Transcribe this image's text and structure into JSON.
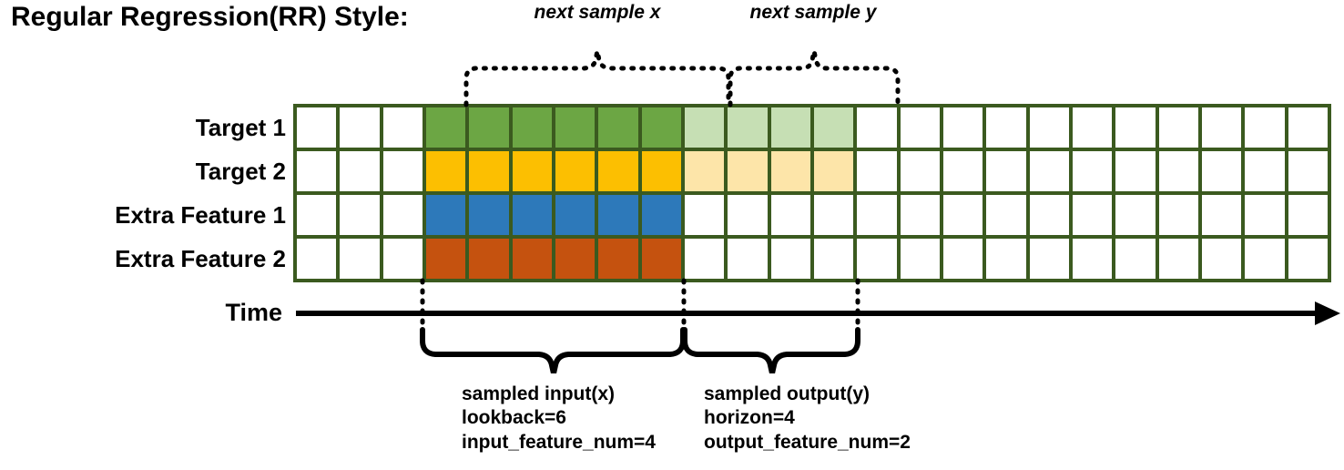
{
  "title": "Regular Regression(RR) Style:",
  "row_labels": [
    "Target 1",
    "Target 2",
    "Extra Feature 1",
    "Extra Feature 2"
  ],
  "time_axis_label": "Time",
  "top_annotations": {
    "next_sample_x": "next sample x",
    "next_sample_y": "next sample y"
  },
  "bottom_annotations": {
    "input": {
      "line1": "sampled input(x)",
      "line2": "lookback=6",
      "line3": "input_feature_num=4"
    },
    "output": {
      "line1": "sampled output(y)",
      "line2": "horizon=4",
      "line3": "output_feature_num=2"
    }
  },
  "colors": {
    "border": "#3b5a1f",
    "green": "#6ca644",
    "light_green": "#c6dfb4",
    "yellow": "#fcbf01",
    "light_yellow": "#fde5a9",
    "blue": "#2d79ba",
    "orange": "#c5520f",
    "empty": "#ffffff",
    "ink": "#000000"
  },
  "grid": {
    "columns": 24,
    "rows": 4,
    "input_start_col": 3,
    "lookback": 6,
    "horizon": 4,
    "cells": [
      [
        "empty",
        "empty",
        "empty",
        "green",
        "green",
        "green",
        "green",
        "green",
        "green",
        "light_green",
        "light_green",
        "light_green",
        "light_green",
        "empty",
        "empty",
        "empty",
        "empty",
        "empty",
        "empty",
        "empty",
        "empty",
        "empty",
        "empty",
        "empty"
      ],
      [
        "empty",
        "empty",
        "empty",
        "yellow",
        "yellow",
        "yellow",
        "yellow",
        "yellow",
        "yellow",
        "light_yellow",
        "light_yellow",
        "light_yellow",
        "light_yellow",
        "empty",
        "empty",
        "empty",
        "empty",
        "empty",
        "empty",
        "empty",
        "empty",
        "empty",
        "empty",
        "empty"
      ],
      [
        "empty",
        "empty",
        "empty",
        "blue",
        "blue",
        "blue",
        "blue",
        "blue",
        "blue",
        "empty",
        "empty",
        "empty",
        "empty",
        "empty",
        "empty",
        "empty",
        "empty",
        "empty",
        "empty",
        "empty",
        "empty",
        "empty",
        "empty",
        "empty"
      ],
      [
        "empty",
        "empty",
        "empty",
        "orange",
        "orange",
        "orange",
        "orange",
        "orange",
        "orange",
        "empty",
        "empty",
        "empty",
        "empty",
        "empty",
        "empty",
        "empty",
        "empty",
        "empty",
        "empty",
        "empty",
        "empty",
        "empty",
        "empty",
        "empty"
      ]
    ]
  }
}
